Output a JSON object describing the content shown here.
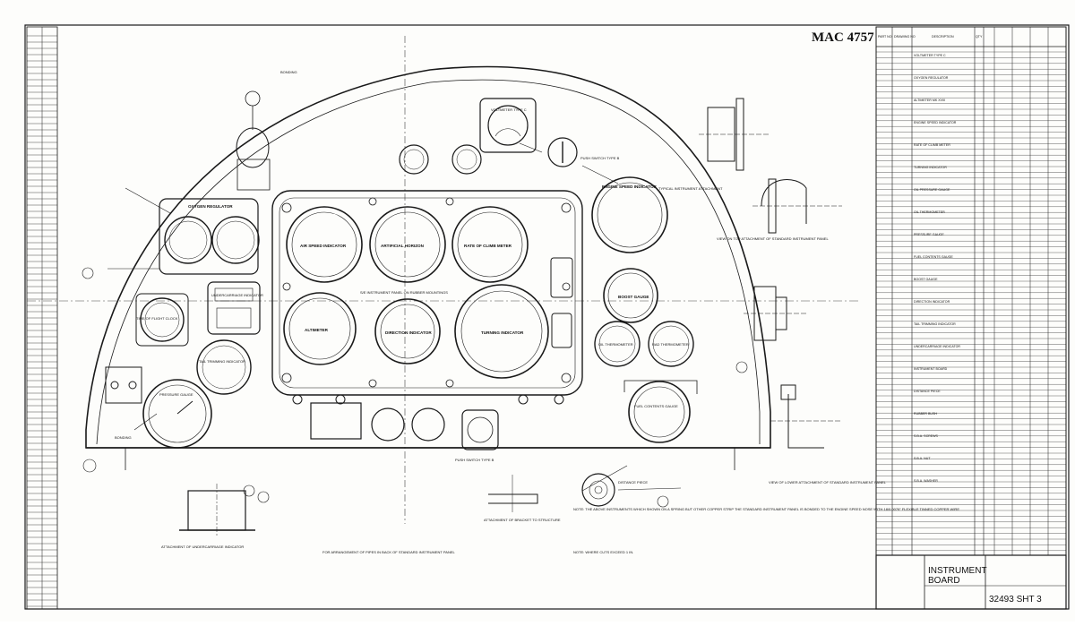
{
  "sheet": {
    "drawing_number": "MAC 4757",
    "title_block": {
      "title_line1": "INSTRUMENT",
      "title_line2": "BOARD",
      "sheet_ref": "32493 SHT 3"
    },
    "description_header": "DESCRIPTION"
  },
  "instruments": {
    "air_speed": "AIR SPEED INDICATOR",
    "artificial_horizon": "ARTIFICIAL HORIZON",
    "rate_of_climb": "RATE OF CLIMB METER",
    "altimeter": "ALTIMETER",
    "direction": "DIRECTION INDICATOR",
    "turning": "TURNING INDICATOR",
    "engine_speed": "ENGINE SPEED INDICATOR",
    "boost_gauge": "BOOST GAUGE",
    "oil_thermometer": "OIL THERMOMETER",
    "rad_thermometer": "RAD THERMOMETER",
    "fuel_contents": "FUEL CONTENTS GAUGE",
    "pressure_gauge": "PRESSURE GAUGE",
    "time_of_flight": "TIME OF FLIGHT CLOCK",
    "tailplane": "TAIL TRIMMING INDICATOR",
    "oxygen_regulator": "OXYGEN REGULATOR",
    "voltmeter": "VOLTMETER TYPE C",
    "undercarriage": "UNDERCARRIAGE INDICATOR",
    "blind_flying_panel": "S/E INSTRUMENT PANEL ON RUBBER MOUNTINGS",
    "push_switch": "PUSH SWITCH TYPE B"
  },
  "notes": {
    "main_note": "NOTE: THE ABOVE INSTRUMENTS WHICH SHOWN ON A SPRING BUT OTHER COPPER STRIP THE STANDARD INSTRUMENT PANEL IS BONDED TO THE ENGINE SPEED NOSE WITH 18/0.0076\" FLEXIBLE TINNED COPPER WIRE",
    "note2": "NOTE: WHERE CUTS EXCEED 1 IN.",
    "arrangement_note": "FOR ARRANGEMENT OF PIPES IN BACK OF STANDARD INSTRUMENT PANEL",
    "section_attachment_ui": "ATTACHMENT OF UNDERCARRIAGE INDICATOR",
    "section_view_top": "VIEW ON TOP ATTACHMENT OF STANDARD INSTRUMENT PANEL",
    "section_view_lower": "VIEW OF LOWER ATTACHMENT OF STANDARD INSTRUMENT PANEL",
    "section_typical": "TYPICAL INSTRUMENT ATTACHMENT",
    "section_attach_bracket": "ATTACHMENT OF BRACKET TO STRUCTURE"
  },
  "parts_list": {
    "columns": [
      "PART NO",
      "DRAWING NO",
      "DESCRIPTION",
      "QTY"
    ],
    "rows": [
      "VOLTMETER TYPE C",
      "OXYGEN REGULATOR",
      "ALTIMETER MK XVIII",
      "ENGINE SPEED INDICATOR",
      "RATE OF CLIMB METER",
      "TURNING INDICATOR",
      "OIL PRESSURE GAUGE",
      "OIL THERMOMETER",
      "PRESSURE GAUGE",
      "FUEL CONTENTS GAUGE",
      "BOOST GAUGE",
      "DIRECTION INDICATOR",
      "TAIL TRIMMING INDICATOR",
      "UNDERCARRIAGE INDICATOR",
      "INSTRUMENT BOARD",
      "DISTANCE PIECE",
      "RUBBER BUSH",
      "S.B.A. SCREWS",
      "S.B.A. NUT",
      "S.B.A. WASHER"
    ]
  },
  "labels": {
    "bonding": "BONDING",
    "push_switch_rt": "PUSH SWITCH TYPE B",
    "distance_piece": "DISTANCE PIECE"
  }
}
